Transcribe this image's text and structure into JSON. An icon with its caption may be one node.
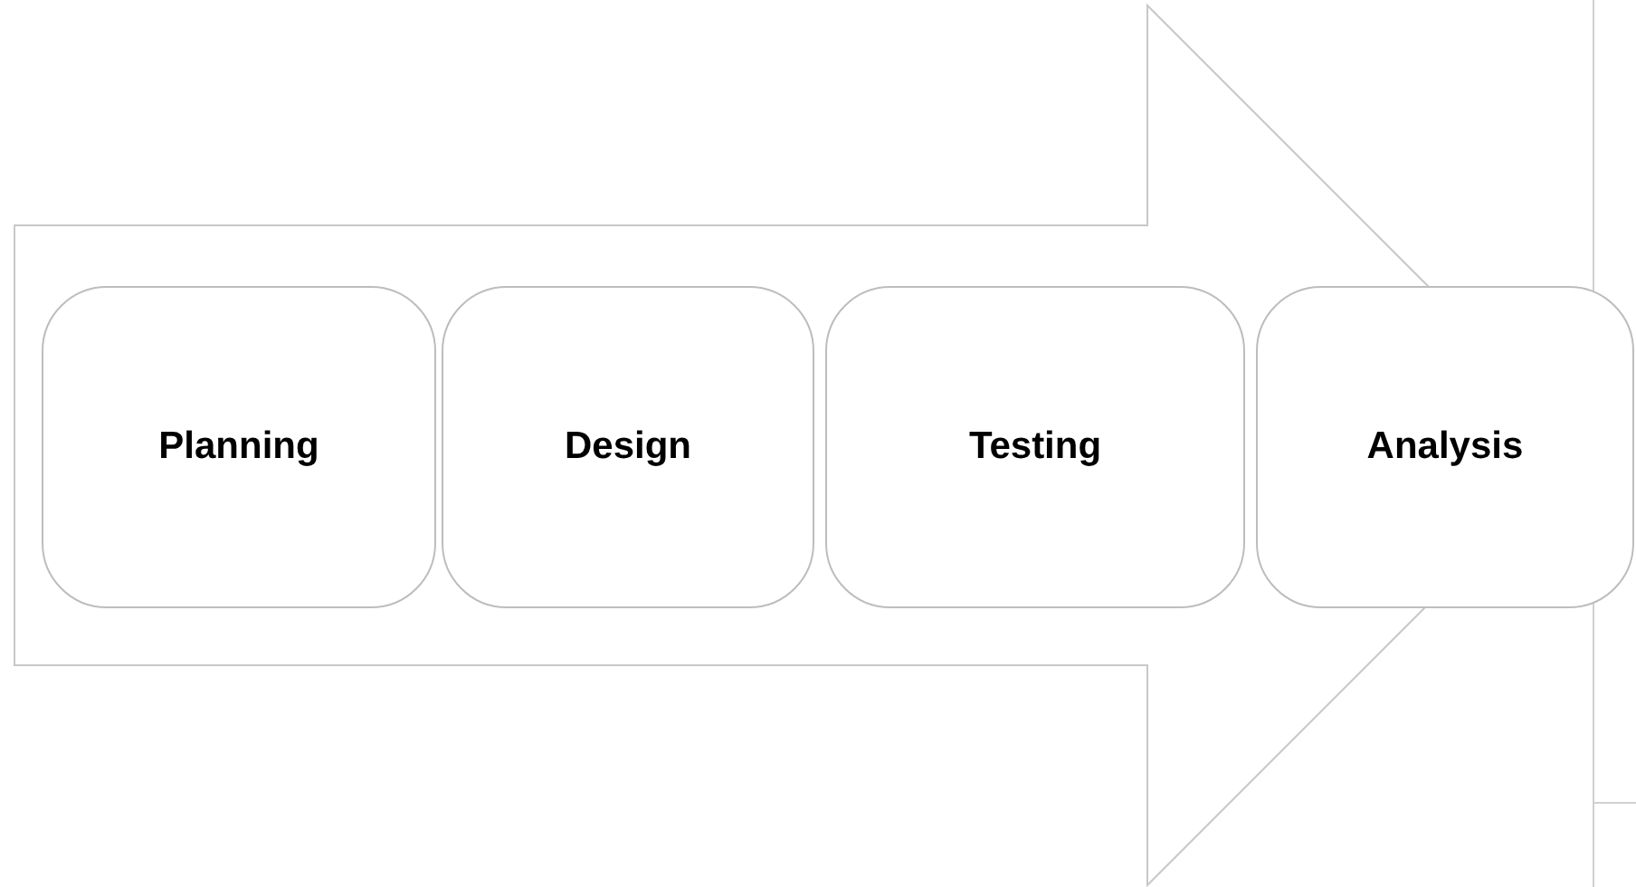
{
  "diagram": {
    "nodes": [
      {
        "text": [
          "Planning"
        ]
      },
      {
        "text": [
          "Design"
        ]
      },
      {
        "text": [
          "Testing"
        ]
      },
      {
        "text": [
          "Analysis"
        ]
      }
    ],
    "edges": [
      {
        "from": 0,
        "to": 3,
        "arrow": "to"
      }
    ]
  }
}
